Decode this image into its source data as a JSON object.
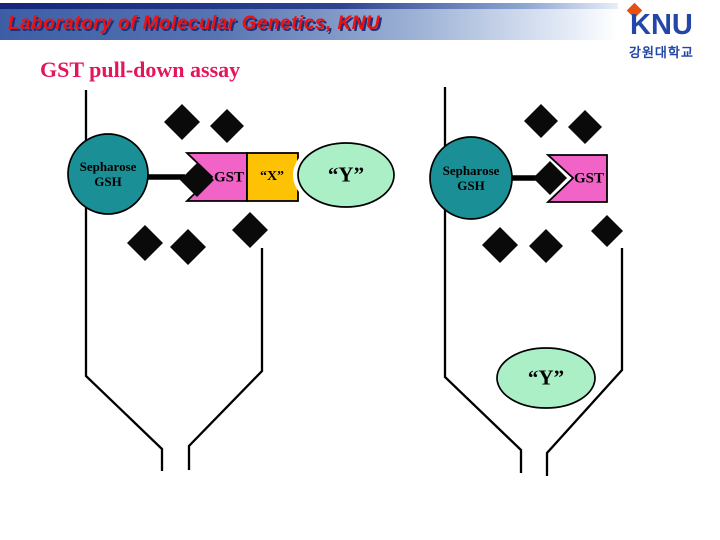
{
  "header": {
    "title": "Laboratory of Molecular Genetics, KNU"
  },
  "logo": {
    "acronym": "KNU",
    "university_name": "강원대학교"
  },
  "slide": {
    "title": "GST pull-down assay"
  },
  "left_column": {
    "bead_line1": "Sepharose",
    "bead_line2": "GSH",
    "gst_label": "GST",
    "x_label": "“X”",
    "y_label": "“Y”"
  },
  "right_column": {
    "bead_line1": "Sepharose",
    "bead_line2": "GSH",
    "gst_label": "GST",
    "y_label": "“Y”"
  },
  "colors": {
    "bead_teal": "#1a8f96",
    "gst_pink": "#f263c8",
    "x_yellow": "#fcc203",
    "y_mint": "#abefc7",
    "diamond_black": "#0a0a0a",
    "title_crimson": "#e4155c",
    "header_red": "#ee1010",
    "header_navy_shadow": "#1e3078",
    "logo_blue": "#2347a8",
    "logo_orange": "#e85010"
  }
}
